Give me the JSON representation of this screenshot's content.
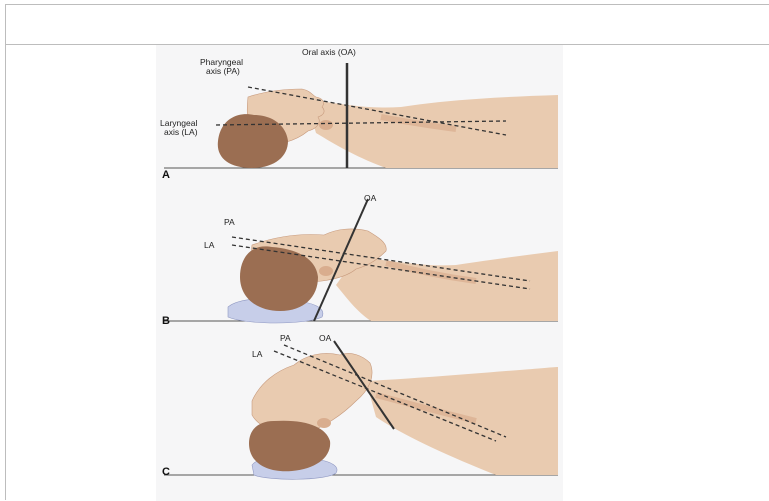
{
  "figure": {
    "panels": [
      {
        "letter": "A",
        "labels": {
          "oral_axis": "Oral axis (OA)",
          "pharyngeal_axis_1": "Pharyngeal",
          "pharyngeal_axis_2": "axis (PA)",
          "laryngeal_axis_1": "Laryngeal",
          "laryngeal_axis_2": "axis (LA)"
        }
      },
      {
        "letter": "B",
        "labels": {
          "oa": "OA",
          "pa": "PA",
          "la": "LA"
        }
      },
      {
        "letter": "C",
        "labels": {
          "oa": "OA",
          "pa": "PA",
          "la": "LA"
        }
      }
    ],
    "colors": {
      "skin": "#e9cbb0",
      "skin_shadow": "#d9ad8e",
      "hair": "#9b6e52",
      "pillow": "#c7cee9",
      "line": "#333333"
    }
  }
}
